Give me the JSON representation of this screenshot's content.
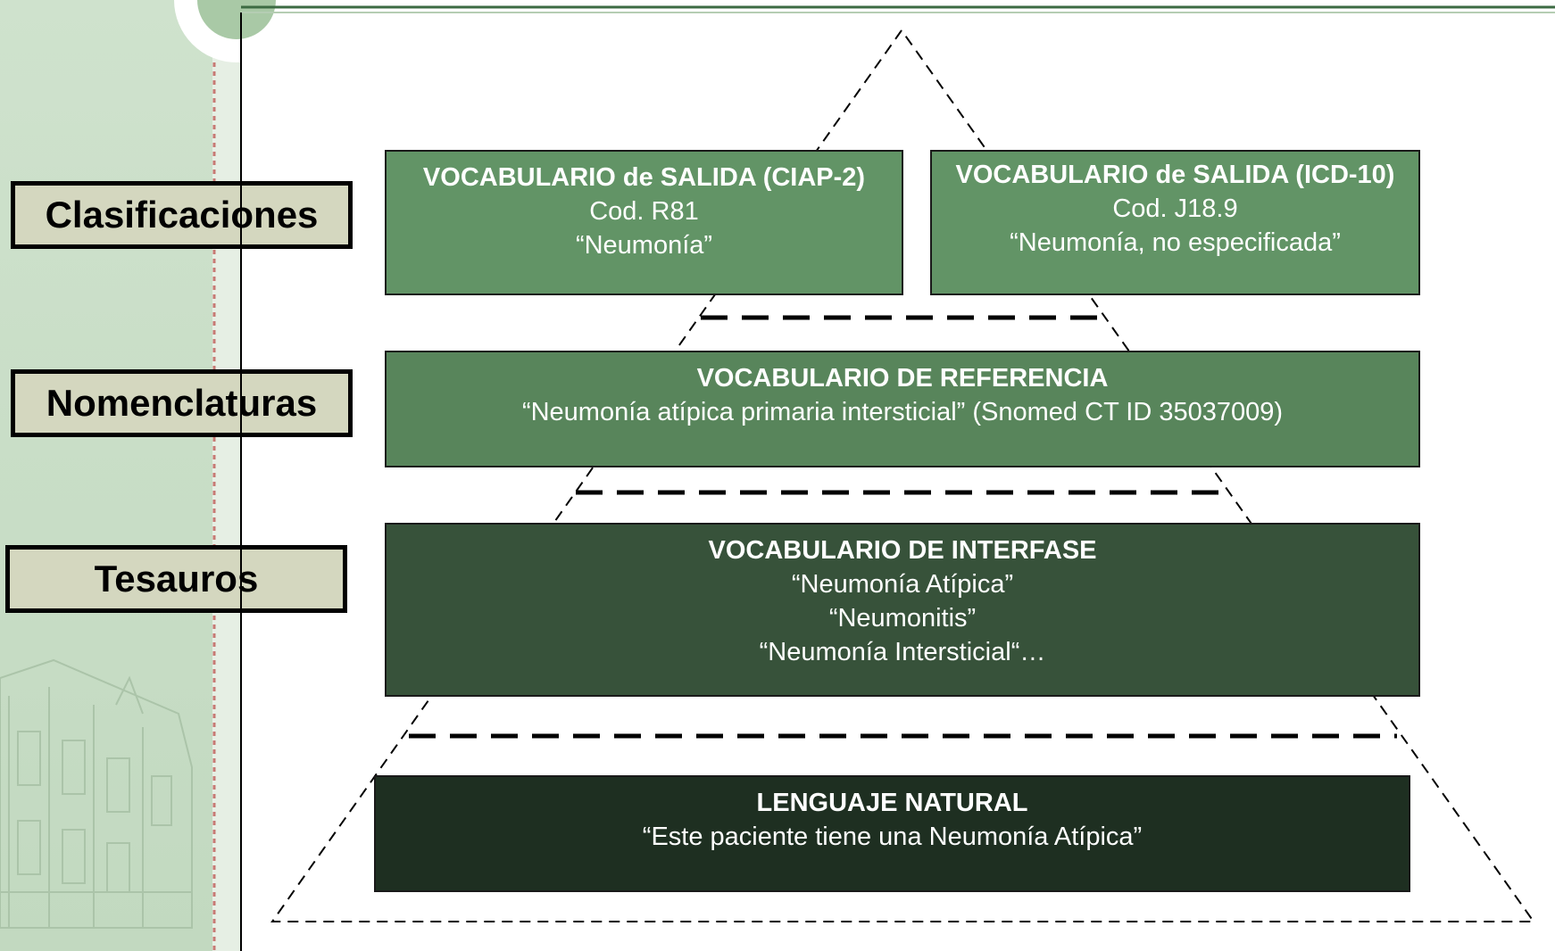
{
  "colors": {
    "background": "#ffffff",
    "left_panel": "#c7dcc5",
    "label_fill": "#d4d7bf",
    "salida": "#629466",
    "referencia": "#58855b",
    "interfase": "#37523a",
    "lenguaje": "#1e2f21",
    "outline": "#000000"
  },
  "side_labels": {
    "clasificaciones": "Clasificaciones",
    "nomenclaturas": "Nomenclaturas",
    "tesauros": "Tesauros"
  },
  "boxes": {
    "salida_ciap": {
      "title": "VOCABULARIO de SALIDA (CIAP-2)",
      "code": "Cod. R81",
      "term": "“Neumonía”"
    },
    "salida_icd": {
      "title": "VOCABULARIO de SALIDA (ICD-10)",
      "code": "Cod. J18.9",
      "term": "“Neumonía, no especificada”"
    },
    "referencia": {
      "title": "VOCABULARIO DE REFERENCIA",
      "term": "“Neumonía atípica primaria intersticial” (Snomed CT ID 35037009)"
    },
    "interfase": {
      "title": "VOCABULARIO DE INTERFASE",
      "terms": [
        "“Neumonía Atípica”",
        "“Neumonitis”",
        "“Neumonía Intersticial“…"
      ]
    },
    "lenguaje": {
      "title": "LENGUAJE NATURAL",
      "term": "“Este paciente tiene una Neumonía Atípica”"
    }
  }
}
